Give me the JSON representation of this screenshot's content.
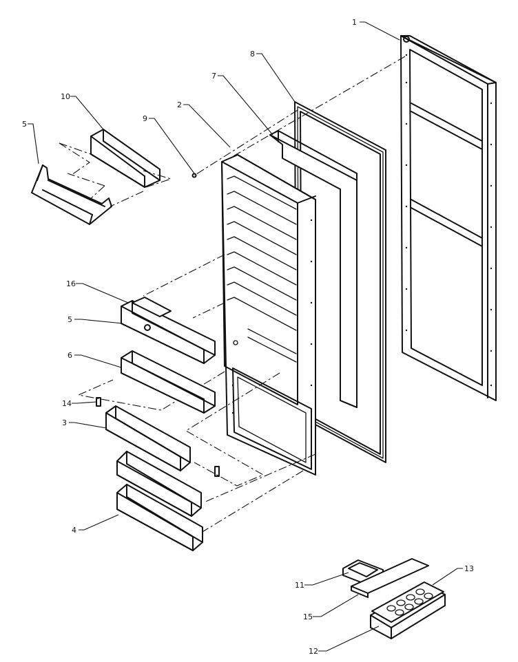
{
  "diagram": {
    "callouts": {
      "c1": "1",
      "c2": "2",
      "c3": "3",
      "c4": "4",
      "c5a": "5",
      "c5b": "5",
      "c6": "6",
      "c7": "7",
      "c8": "8",
      "c9": "9",
      "c10": "10",
      "c11": "11",
      "c12": "12",
      "c13": "13",
      "c14": "14",
      "c15": "15",
      "c16": "16"
    },
    "line_color": "#111111",
    "background_color": "#ffffff"
  }
}
